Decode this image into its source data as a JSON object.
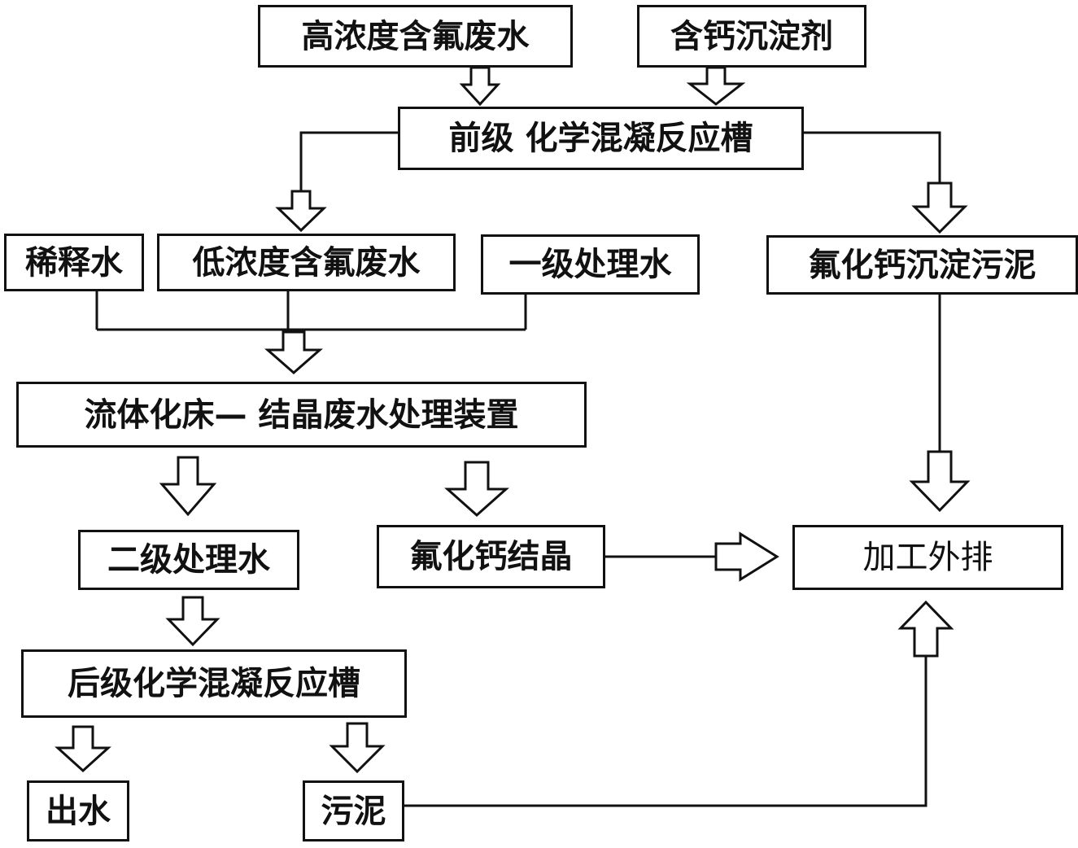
{
  "nodes": {
    "high_conc_wastewater": "高浓度含氟废水",
    "calcium_precipitant": "含钙沉淀剂",
    "primary_coag_tank": "前级 化学混凝反应槽",
    "dilution_water": "稀释水",
    "low_conc_wastewater": "低浓度含氟废水",
    "primary_treated_water": "一级处理水",
    "caf2_sludge": "氟化钙沉淀污泥",
    "fluidized_bed_device": "流体化床— 结晶废水处理装置",
    "secondary_treated_water": "二级处理水",
    "caf2_crystal": "氟化钙结晶",
    "processing_discharge": "加工外排",
    "secondary_coag_tank": "后级化学混凝反应槽",
    "effluent": "出水",
    "sludge": "污泥"
  },
  "colors": {
    "line": "#111111",
    "background": "#ffffff"
  }
}
